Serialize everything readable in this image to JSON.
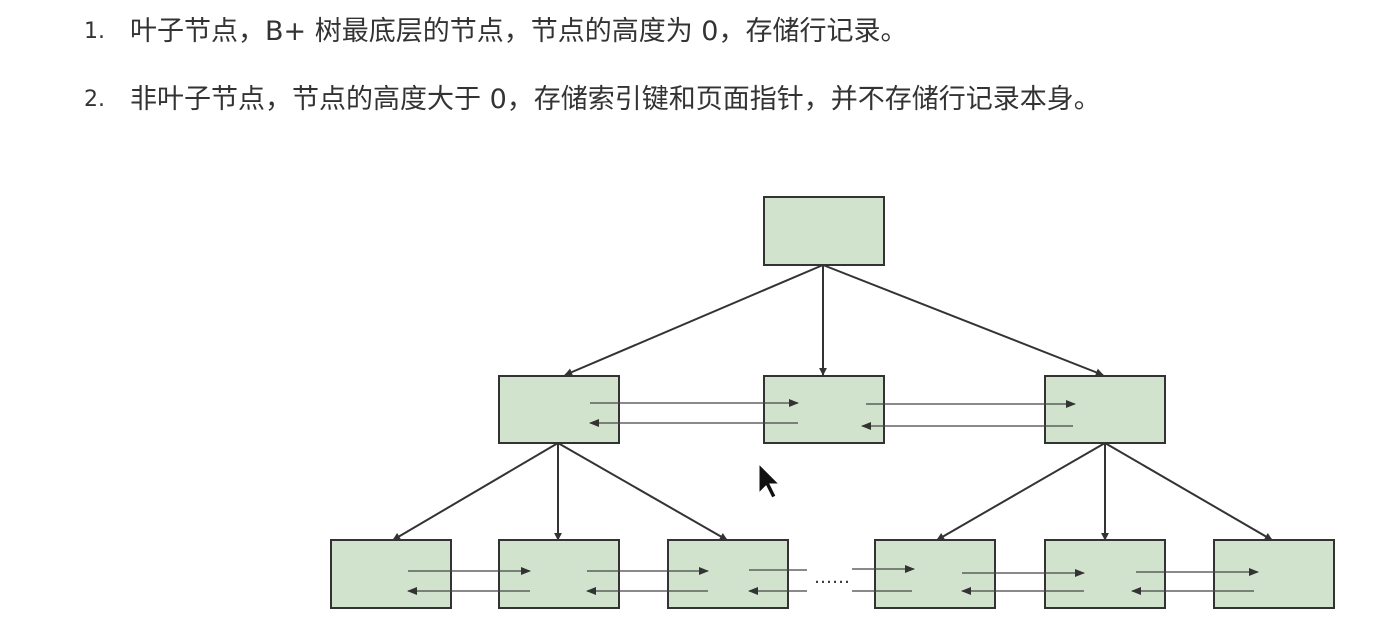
{
  "list": {
    "items": [
      {
        "number": "1.",
        "text": "叶子节点，B+ 树最底层的节点，节点的高度为 0，存储行记录。"
      },
      {
        "number": "2.",
        "text": "非叶子节点，节点的高度大于 0，存储索引键和页面指针，并不存储行记录本身。"
      }
    ]
  },
  "diagram": {
    "ellipsis": "……",
    "node_color": "#d2e3cd",
    "stroke_color": "#333333"
  }
}
